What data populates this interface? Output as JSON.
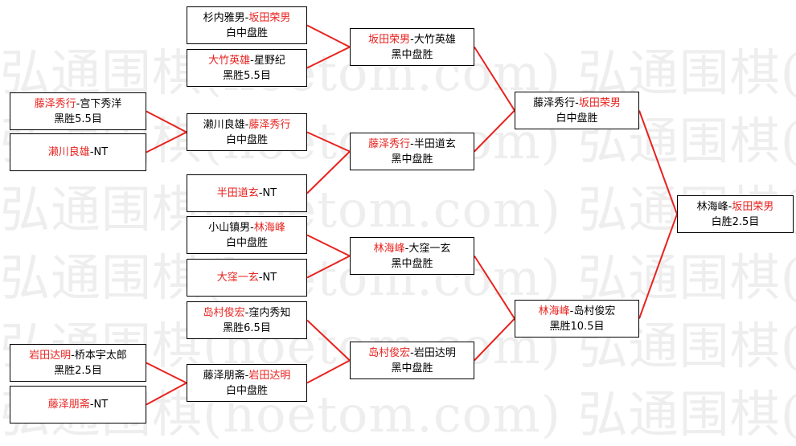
{
  "watermark": "弘通围棋(hoetom.com) 弘通围棋(hoetom.com)",
  "line_color": "#e8231f",
  "accent_color": "#e8231f",
  "matches": [
    {
      "id": "m1",
      "a": "杉内雅男",
      "b": "坂田荣男",
      "winner": "b",
      "result": "白中盘胜"
    },
    {
      "id": "m2",
      "a": "大竹英雄",
      "b": "星野纪",
      "winner": "a",
      "result": "黑胜5.5目"
    },
    {
      "id": "m3",
      "a": "藤泽秀行",
      "b": "宫下秀洋",
      "winner": "a",
      "result": "黑胜5.5目"
    },
    {
      "id": "m4",
      "a": "濑川良雄",
      "b": "NT",
      "winner": "a",
      "result": ""
    },
    {
      "id": "m5",
      "a": "濑川良雄",
      "b": "藤泽秀行",
      "winner": "b",
      "result": "白中盘胜"
    },
    {
      "id": "m6",
      "a": "半田道玄",
      "b": "NT",
      "winner": "a",
      "result": ""
    },
    {
      "id": "m7",
      "a": "小山镇男",
      "b": "林海峰",
      "winner": "b",
      "result": "白中盘胜"
    },
    {
      "id": "m8",
      "a": "大窪一玄",
      "b": "NT",
      "winner": "a",
      "result": ""
    },
    {
      "id": "m9",
      "a": "岛村俊宏",
      "b": "窪内秀知",
      "winner": "a",
      "result": "黑胜6.5目"
    },
    {
      "id": "m10",
      "a": "岩田达明",
      "b": "桥本宇太郎",
      "winner": "a",
      "result": "黑胜2.5目"
    },
    {
      "id": "m11",
      "a": "藤泽朋斋",
      "b": "NT",
      "winner": "a",
      "result": ""
    },
    {
      "id": "m12",
      "a": "藤泽朋斋",
      "b": "岩田达明",
      "winner": "b",
      "result": "白中盘胜"
    },
    {
      "id": "m13",
      "a": "坂田荣男",
      "b": "大竹英雄",
      "winner": "a",
      "result": "黑中盘胜"
    },
    {
      "id": "m14",
      "a": "藤泽秀行",
      "b": "半田道玄",
      "winner": "a",
      "result": "黑中盘胜"
    },
    {
      "id": "m15",
      "a": "林海峰",
      "b": "大窪一玄",
      "winner": "a",
      "result": "黑中盘胜"
    },
    {
      "id": "m16",
      "a": "岛村俊宏",
      "b": "岩田达明",
      "winner": "a",
      "result": "黑中盘胜"
    },
    {
      "id": "m17",
      "a": "藤泽秀行",
      "b": "坂田荣男",
      "winner": "b",
      "result": "白中盘胜"
    },
    {
      "id": "m18",
      "a": "林海峰",
      "b": "岛村俊宏",
      "winner": "a",
      "result": "黑胜10.5目"
    },
    {
      "id": "m19",
      "a": "林海峰",
      "b": "坂田荣男",
      "winner": "b",
      "result": "白胜2.5目"
    }
  ]
}
